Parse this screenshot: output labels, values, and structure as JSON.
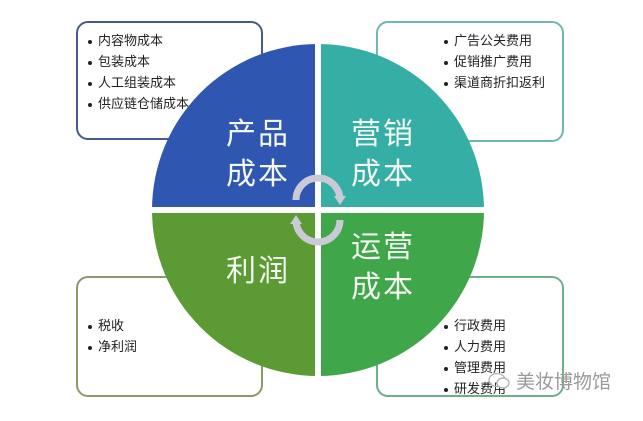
{
  "quadrants": {
    "product": {
      "title_line1": "产品",
      "title_line2": "成本",
      "color": "#2f56b0"
    },
    "marketing": {
      "title_line1": "营销",
      "title_line2": "成本",
      "color": "#35aea6"
    },
    "profit": {
      "title_line1": "利润",
      "color": "#5c9a34"
    },
    "operation": {
      "title_line1": "运营",
      "title_line2": "成本",
      "color": "#3fa64a"
    }
  },
  "boxes": {
    "product_cost": [
      "内容物成本",
      "包装成本",
      "人工组装成本",
      "供应链仓储成本"
    ],
    "marketing_cost": [
      "广告公关费用",
      "促销推广费用",
      "渠道商折扣返利"
    ],
    "profit": [
      "税收",
      "净利润"
    ],
    "operation_cost": [
      "行政费用",
      "人力费用",
      "管理费用",
      "研发费用"
    ]
  },
  "watermark": {
    "text": "美妆博物馆",
    "icon": "wechat-icon"
  },
  "center_arrows": {
    "icon": "cycle-arrows-icon",
    "color": "#c9c9d6"
  }
}
